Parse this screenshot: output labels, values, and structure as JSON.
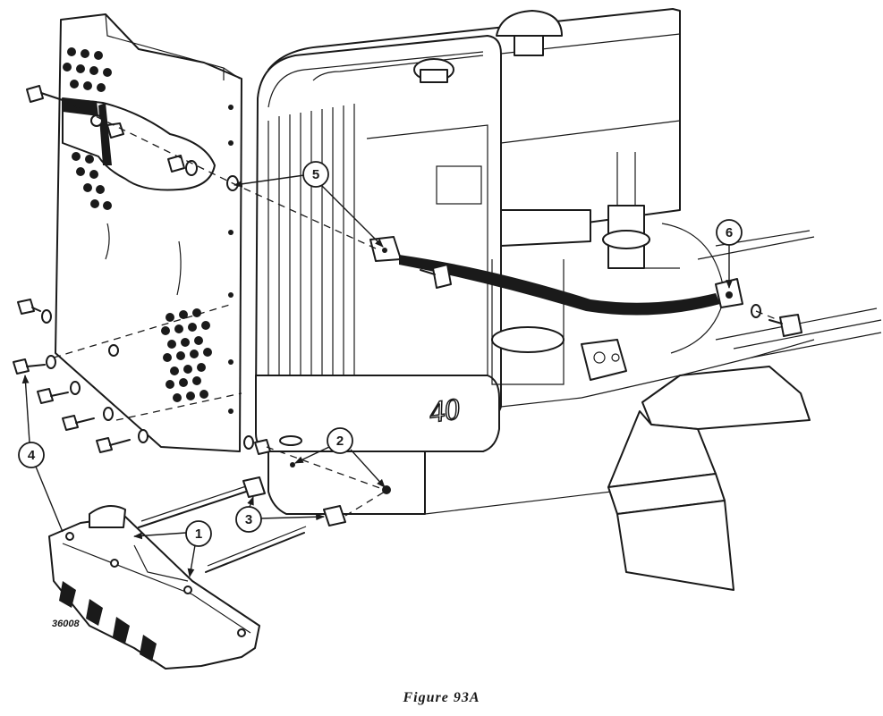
{
  "figure": {
    "caption": "Figure 93A",
    "plate_number": "36008",
    "hood_marking": "40"
  },
  "callouts": [
    {
      "id": "1",
      "label": "1"
    },
    {
      "id": "2",
      "label": "2"
    },
    {
      "id": "3",
      "label": "3"
    },
    {
      "id": "4",
      "label": "4"
    },
    {
      "id": "5",
      "label": "5"
    },
    {
      "id": "6",
      "label": "6"
    }
  ]
}
